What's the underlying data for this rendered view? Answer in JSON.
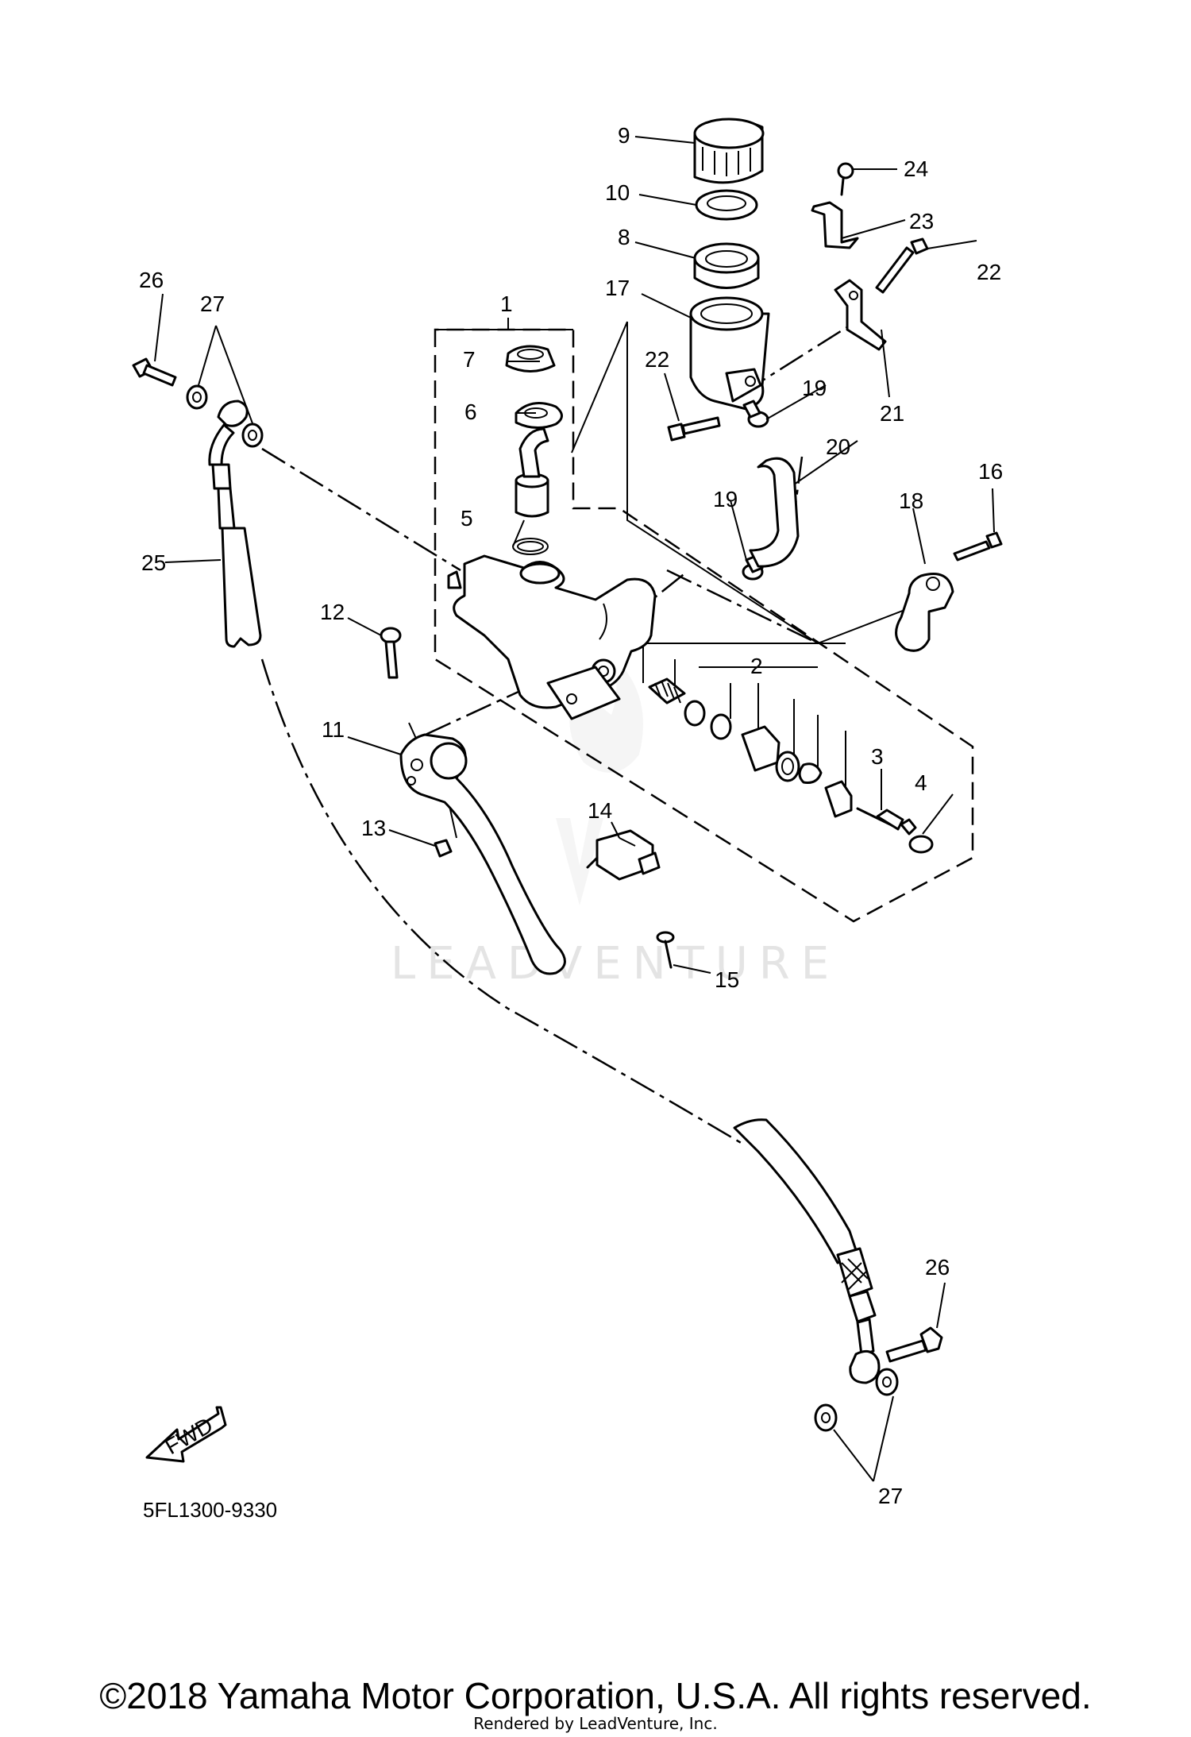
{
  "callouts": {
    "c1": "1",
    "c2": "2",
    "c3": "3",
    "c4": "4",
    "c5": "5",
    "c6": "6",
    "c7": "7",
    "c8": "8",
    "c9": "9",
    "c10": "10",
    "c11": "11",
    "c12": "12",
    "c13": "13",
    "c14": "14",
    "c15": "15",
    "c16": "16",
    "c17": "17",
    "c18": "18",
    "c19a": "19",
    "c19b": "19",
    "c20": "20",
    "c21": "21",
    "c22a": "22",
    "c22b": "22",
    "c23": "23",
    "c24": "24",
    "c25": "25",
    "c26a": "26",
    "c26b": "26",
    "c27a": "27",
    "c27b": "27"
  },
  "fwd_label": "FWD",
  "diagram_code": "5FL1300-9330",
  "watermark": "LEADVENTURE",
  "copyright": "©2018 Yamaha Motor Corporation, U.S.A. All rights reserved.",
  "rendered_by": "Rendered by LeadVenture, Inc.",
  "icons": {
    "fwd": "fwd-arrow-icon",
    "watermark_logo": "leadventure-logo-icon"
  }
}
